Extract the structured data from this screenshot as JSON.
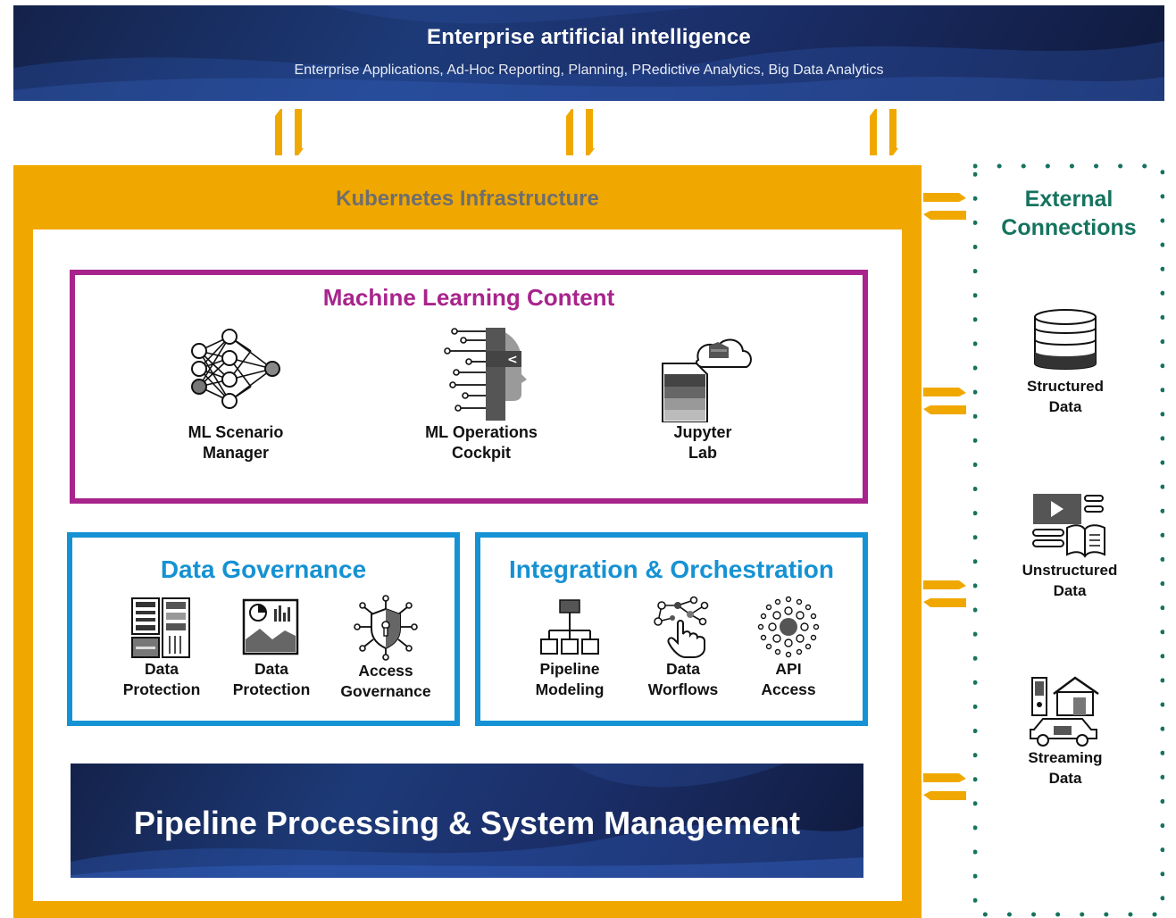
{
  "top_banner": {
    "title": "Enterprise artificial intelligence",
    "subtitle": "Enterprise Applications, Ad-Hoc Reporting, Planning, PRedictive Analytics, Big Data Analytics"
  },
  "kubernetes": {
    "title": "Kubernetes Infrastructure"
  },
  "ml_content": {
    "title": "Machine Learning Content",
    "items": [
      {
        "line1": "ML Scenario",
        "line2": "Manager",
        "icon": "neural-network-icon"
      },
      {
        "line1": "ML Operations",
        "line2": "Cockpit",
        "icon": "ai-head-icon"
      },
      {
        "line1": "Jupyter",
        "line2": "Lab",
        "icon": "cloud-document-icon"
      }
    ]
  },
  "data_governance": {
    "title": "Data Governance",
    "items": [
      {
        "line1": "Data",
        "line2": "Protection",
        "icon": "server-rack-icon"
      },
      {
        "line1": "Data",
        "line2": "Protection",
        "icon": "analytics-dashboard-icon"
      },
      {
        "line1": "Access",
        "line2": "Governance",
        "icon": "shield-network-icon"
      }
    ]
  },
  "integration": {
    "title": "Integration & Orchestration",
    "items": [
      {
        "line1": "Pipeline",
        "line2": "Modeling",
        "icon": "hierarchy-icon"
      },
      {
        "line1": "Data",
        "line2": "Worflows",
        "icon": "touch-network-icon"
      },
      {
        "line1": "API",
        "line2": "Access",
        "icon": "dot-cluster-icon"
      }
    ]
  },
  "pipeline_banner": {
    "title": "Pipeline Processing & System Management"
  },
  "external": {
    "title_line1": "External",
    "title_line2": "Connections",
    "items": [
      {
        "line1": "Structured",
        "line2": "Data",
        "icon": "database-icon"
      },
      {
        "line1": "Unstructured",
        "line2": "Data",
        "icon": "video-book-icon"
      },
      {
        "line1": "Streaming",
        "line2": "Data",
        "icon": "house-car-icon"
      }
    ]
  },
  "colors": {
    "kubernetes_orange": "#f0a800",
    "ml_magenta": "#a8248c",
    "governance_blue": "#1592d3",
    "external_green": "#16735f",
    "banner_navy": "#1b2f6a"
  }
}
